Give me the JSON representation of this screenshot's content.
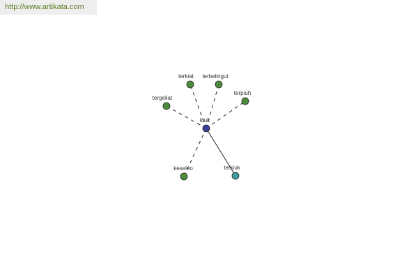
{
  "watermark": {
    "url": "http://www.artikata.com"
  },
  "colors": {
    "center": "#3a3f9a",
    "green": "#4e8a3e",
    "teal": "#3f9ca0",
    "node_stroke": "#1e2a1e",
    "edge": "#222222"
  },
  "graph": {
    "center": {
      "label": "kluk",
      "color": "center"
    },
    "nodes": [
      {
        "id": "terkiat",
        "label": "terkiat",
        "color": "green",
        "edge": "dashed"
      },
      {
        "id": "terbelingut",
        "label": "terbelingut",
        "color": "green",
        "edge": "dashed"
      },
      {
        "id": "tergeliat",
        "label": "tergeliat",
        "color": "green",
        "edge": "dashed"
      },
      {
        "id": "terpiuh",
        "label": "terpiuh",
        "color": "green",
        "edge": "dashed"
      },
      {
        "id": "keseleo",
        "label": "keseleo",
        "color": "green",
        "edge": "dashed"
      },
      {
        "id": "terkiuk",
        "label": "terkiuk",
        "color": "teal",
        "edge": "solid"
      }
    ]
  }
}
